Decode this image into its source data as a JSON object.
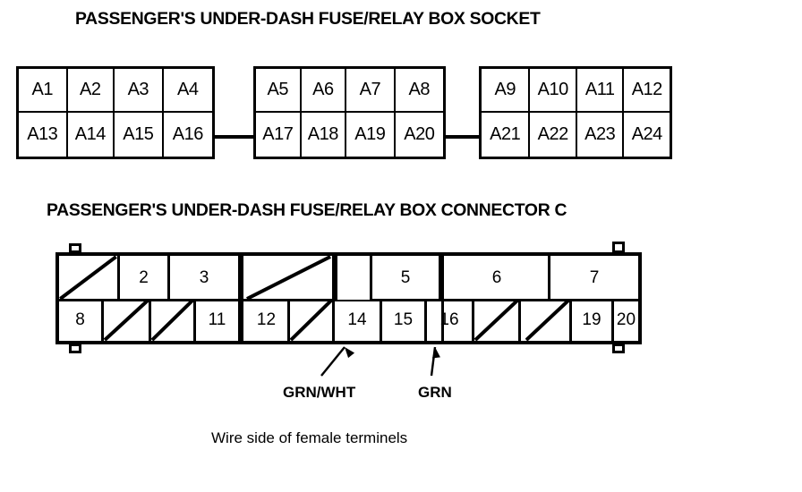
{
  "page": {
    "background_color": "#ffffff",
    "ink_color": "#000000"
  },
  "socket_section": {
    "title": "PASSENGER'S UNDER-DASH FUSE/RELAY BOX SOCKET",
    "groups": [
      {
        "name": "group-1",
        "top_row": [
          "A1",
          "A2",
          "A3",
          "A4"
        ],
        "bottom_row": [
          "A13",
          "A14",
          "A15",
          "A16"
        ]
      },
      {
        "name": "group-2",
        "top_row": [
          "A5",
          "A6",
          "A7",
          "A8"
        ],
        "bottom_row": [
          "A17",
          "A18",
          "A19",
          "A20"
        ]
      },
      {
        "name": "group-3",
        "top_row": [
          "A9",
          "A10",
          "A11",
          "A12"
        ],
        "bottom_row": [
          "A21",
          "A22",
          "A23",
          "A24"
        ]
      }
    ]
  },
  "connector_section": {
    "title": "PASSENGER'S UNDER-DASH FUSE/RELAY BOX CONNECTOR C",
    "caption": "Wire side of female terminels",
    "top_row": [
      {
        "label": "",
        "blanked": true
      },
      {
        "label": "2",
        "blanked": false
      },
      {
        "label": "3",
        "blanked": false
      },
      {
        "label": "",
        "blanked": true
      },
      {
        "label": "",
        "blanked": false
      },
      {
        "label": "5",
        "blanked": false
      },
      {
        "label": "6",
        "blanked": false
      },
      {
        "label": "7",
        "blanked": false
      }
    ],
    "bottom_row": [
      {
        "label": "8",
        "blanked": false
      },
      {
        "label": "",
        "blanked": true
      },
      {
        "label": "",
        "blanked": true
      },
      {
        "label": "11",
        "blanked": false
      },
      {
        "label": "12",
        "blanked": false
      },
      {
        "label": "",
        "blanked": true
      },
      {
        "label": "14",
        "blanked": false
      },
      {
        "label": "15",
        "blanked": false
      },
      {
        "label": "16",
        "blanked": false
      },
      {
        "label": "",
        "blanked": true
      },
      {
        "label": "",
        "blanked": true
      },
      {
        "label": "19",
        "blanked": false
      },
      {
        "label": "20",
        "blanked": false
      }
    ],
    "wire_callouts": [
      {
        "name": "grn-wht",
        "label": "GRN/WHT",
        "terminal": "14"
      },
      {
        "name": "grn",
        "label": "GRN",
        "terminal": "16"
      }
    ]
  }
}
